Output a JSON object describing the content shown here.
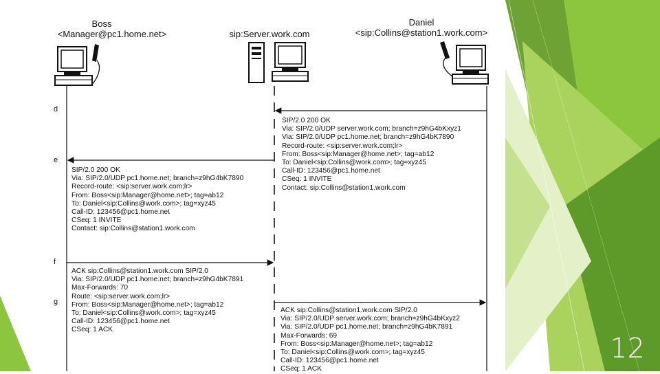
{
  "participants": {
    "boss": {
      "name": "Boss",
      "uri": "<Manager@pc1.home.net>"
    },
    "server": {
      "uri": "sip:Server.work.com"
    },
    "daniel": {
      "name": "Daniel",
      "uri": "<sip:Collins@station1.work.com>"
    }
  },
  "steps": [
    "d",
    "e",
    "f",
    "g"
  ],
  "messages": [
    {
      "id": "d",
      "lines": [
        "SIP/2.0 200 OK",
        "Via: SIP/2.0/UDP server.work.com; branch=z9hG4bKxyz1",
        "Via: SIP/2.0/UDP pc1.home.net; branch=z9hG4bK7890",
        "Record-route: <sip:server.work.com;lr>",
        "From: Boss<sip:Manager@home.net>; tag=ab12",
        "To: Daniel<sip:Collins@work.com>; tag=xyz45",
        "Call-ID: 123456@pc1.home.net",
        "CSeq: 1 INVITE",
        "Contact: sip:Collins@station1.work.com"
      ]
    },
    {
      "id": "e",
      "lines": [
        "SIP/2.0 200 OK",
        "Via: SIP/2.0/UDP pc1.home.net; branch=z9hG4bK7890",
        "Record-route: <sip:server.work.com;lr>",
        "From: Boss<sip:Manager@home.net>; tag=ab12",
        "To: Daniel<sip:Collins@work.com>; tag=xyz45",
        "Call-ID: 123456@pc1.home.net",
        "CSeq: 1 INVITE",
        "Contact: sip:Collins@station1.work.com"
      ]
    },
    {
      "id": "f",
      "lines": [
        "ACK sip:Collins@station1.work.com SIP/2.0",
        "Via: SIP/2.0/UDP pc1.home.net; branch=z9hG4bK7891",
        "Max-Forwards: 70",
        "Route: <sip:server.work.com;lr>",
        "From: Boss<sip:Manager@home.net>; tag=ab12",
        "To: Daniel<sip:Collins@work.com>; tag=xyz45",
        "Call-ID: 123456@pc1.home.net",
        "CSeq: 1 ACK"
      ]
    },
    {
      "id": "g",
      "lines": [
        "ACK sip:Collins@station1.work.com SIP/2.0",
        "Via: SIP/2.0/UDP server.work.com; branch=z9hG4bKxyz2",
        "Via: SIP/2.0/UDP pc1.home.net; branch=z9hG4bK7891",
        "Max-Forwards: 69",
        "From: Boss<sip:Manager@home.net>; tag=ab12",
        "To: Daniel<sip:Collins@work.com>; tag=xyz45",
        "Call-ID: 123456@pc1.home.net",
        "CSeq: 1 ACK"
      ]
    }
  ],
  "slide": {
    "page_number": "12"
  },
  "colors": {
    "green_dark": "#5e9a2a",
    "green_mid": "#8cc63f",
    "green_light": "#c5e08f",
    "green_pale": "#e3f0c8"
  }
}
